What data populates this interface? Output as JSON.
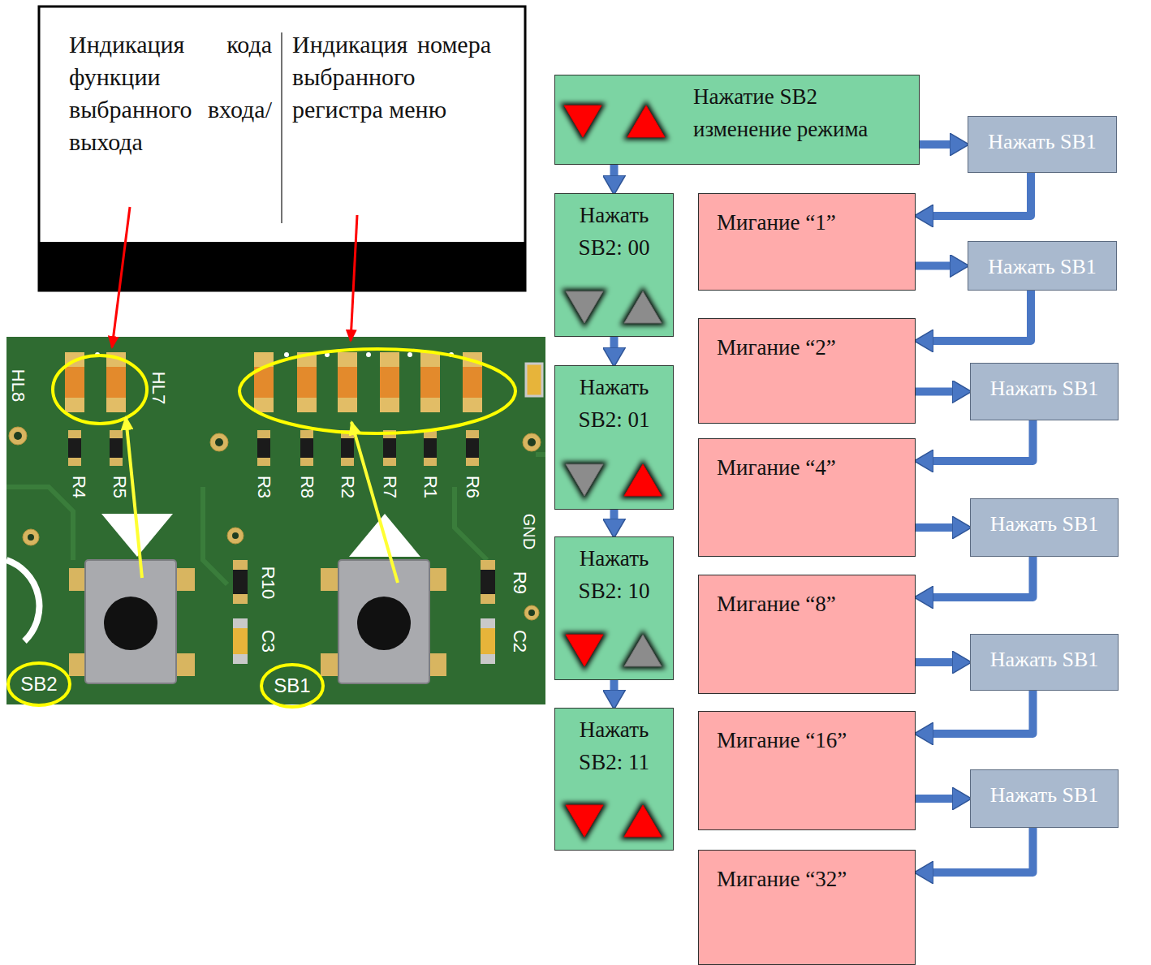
{
  "diagram": {
    "nodes": [
      {
        "text": [
          "Индикация кода функции выбранного входа/выхода",
          "Индикация номера выбранного регистра меню"
        ]
      },
      {
        "text": [
          "Нажатие SB2 изменение режима"
        ]
      },
      {
        "text": [
          "Нажать SB1"
        ]
      },
      {
        "text": [
          "Нажать SB2: 00"
        ]
      },
      {
        "text": [
          "Нажать SB2: 01"
        ]
      },
      {
        "text": [
          "Нажать SB2: 10"
        ]
      },
      {
        "text": [
          "Нажать SB2: 11"
        ]
      },
      {
        "text": [
          "Мигание “1”"
        ]
      },
      {
        "text": [
          "Мигание “2”"
        ]
      },
      {
        "text": [
          "Мигание “4”"
        ]
      },
      {
        "text": [
          "Мигание “8”"
        ]
      },
      {
        "text": [
          "Мигание “16”"
        ]
      },
      {
        "text": [
          "Мигание “32”"
        ]
      },
      {
        "text": [
          "Нажать SB1"
        ]
      },
      {
        "text": [
          "Нажать SB1"
        ]
      },
      {
        "text": [
          "Нажать SB1"
        ]
      },
      {
        "text": [
          "Нажать SB1"
        ]
      },
      {
        "text": [
          "Нажать SB1"
        ]
      }
    ],
    "edges": [
      {
        "from": 1,
        "to": 3,
        "arrow": "to"
      },
      {
        "from": 3,
        "to": 4,
        "arrow": "to"
      },
      {
        "from": 4,
        "to": 5,
        "arrow": "to"
      },
      {
        "from": 5,
        "to": 6,
        "arrow": "to"
      },
      {
        "from": 1,
        "to": 2,
        "arrow": "to"
      },
      {
        "from": 2,
        "to": 7,
        "arrow": "to"
      },
      {
        "from": 7,
        "to": 13,
        "arrow": "to"
      },
      {
        "from": 13,
        "to": 8,
        "arrow": "to"
      },
      {
        "from": 8,
        "to": 14,
        "arrow": "to"
      },
      {
        "from": 14,
        "to": 9,
        "arrow": "to"
      },
      {
        "from": 9,
        "to": 15,
        "arrow": "to"
      },
      {
        "from": 15,
        "to": 10,
        "arrow": "to"
      },
      {
        "from": 10,
        "to": 16,
        "arrow": "to"
      },
      {
        "from": 16,
        "to": 11,
        "arrow": "to"
      },
      {
        "from": 11,
        "to": 17,
        "arrow": "to"
      },
      {
        "from": 17,
        "to": 12,
        "arrow": "to"
      }
    ],
    "labels": [
      "HL8",
      "HL7",
      "R4",
      "R5",
      "R3",
      "R8",
      "R2",
      "R7",
      "R1",
      "R6",
      "GND",
      "R10",
      "C3",
      "R9",
      "C2",
      "SB2",
      "SB1"
    ]
  }
}
